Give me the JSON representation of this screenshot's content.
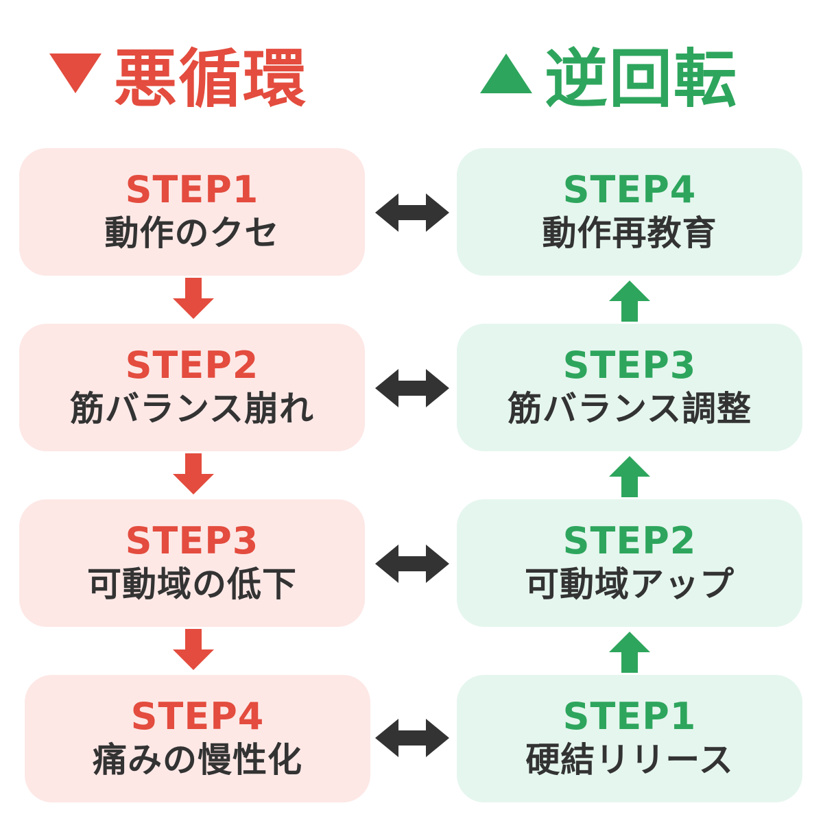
{
  "colors": {
    "red": "#e34c3e",
    "green": "#2ea55d",
    "red_bg": "#fde8e6",
    "green_bg": "#e5f6ee",
    "text": "#333333",
    "connector": "#333333"
  },
  "left": {
    "title": "悪循環",
    "title_icon": "down-triangle-icon",
    "steps": [
      {
        "step": "STEP1",
        "label": "動作のクセ"
      },
      {
        "step": "STEP2",
        "label": "筋バランス崩れ"
      },
      {
        "step": "STEP3",
        "label": "可動域の低下"
      },
      {
        "step": "STEP4",
        "label": "痛みの慢性化"
      }
    ]
  },
  "right": {
    "title": "逆回転",
    "title_icon": "up-triangle-icon",
    "steps": [
      {
        "step": "STEP4",
        "label": "動作再教育"
      },
      {
        "step": "STEP3",
        "label": "筋バランス調整"
      },
      {
        "step": "STEP2",
        "label": "可動域アップ"
      },
      {
        "step": "STEP1",
        "label": "硬結リリース"
      }
    ]
  }
}
